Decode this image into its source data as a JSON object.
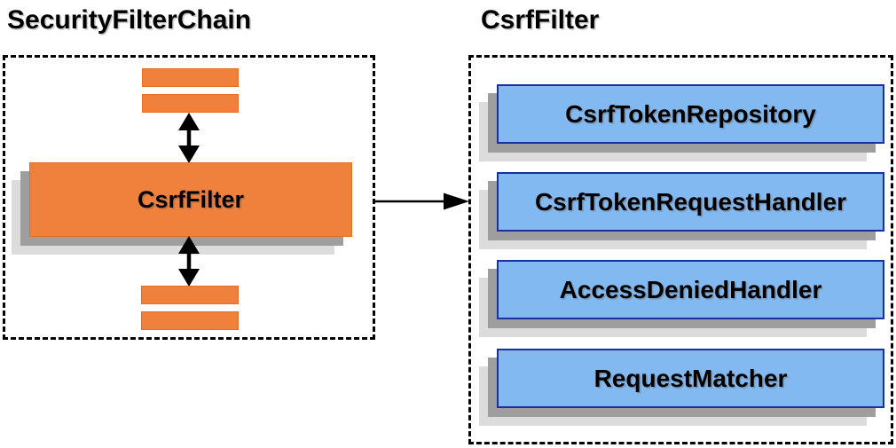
{
  "diagram": {
    "left": {
      "title": "SecurityFilterChain",
      "filter_box_label": "CsrfFilter"
    },
    "right": {
      "title": "CsrfFilter",
      "components": [
        "CsrfTokenRepository",
        "CsrfTokenRequestHandler",
        "AccessDeniedHandler",
        "RequestMatcher"
      ]
    }
  },
  "colors": {
    "orange": "#f0813d",
    "blue-fill": "#82b9f0",
    "blue-border": "#1b2f9e",
    "shadow-dark": "#9e9e9e",
    "shadow-light": "#dcdcdc",
    "arrow": "#000000",
    "dashed-border": "#000000"
  }
}
